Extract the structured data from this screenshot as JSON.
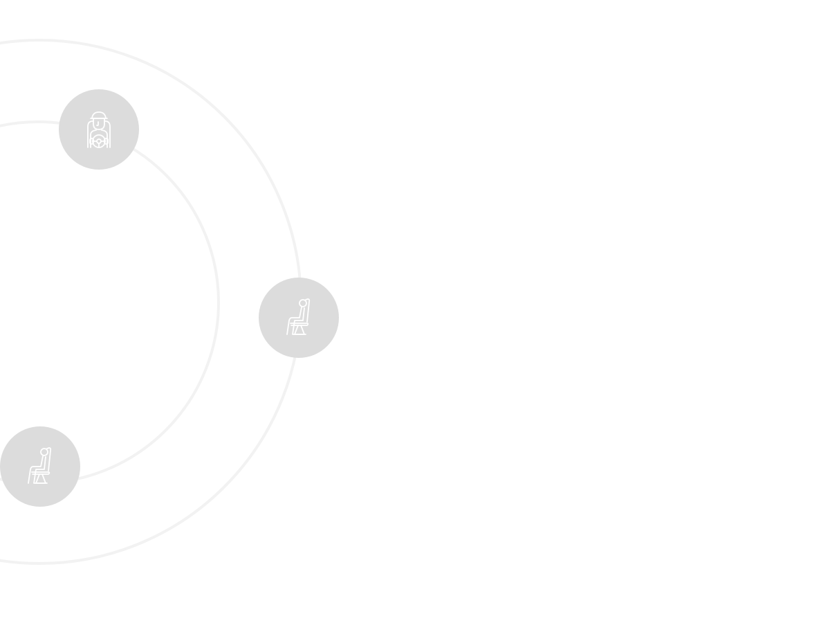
{
  "colors": {
    "background": "#ffffff",
    "ring": "#f2f2f2",
    "badge": "#dcdcdc",
    "icon_stroke": "#ffffff"
  },
  "rings": [
    {
      "name": "outer-orbit-ring"
    },
    {
      "name": "inner-orbit-ring"
    }
  ],
  "badges": [
    {
      "name": "driver-badge",
      "icon": "driver-steering-wheel-icon"
    },
    {
      "name": "passenger-seat-badge-right",
      "icon": "seated-passenger-icon"
    },
    {
      "name": "passenger-seat-badge-bottom",
      "icon": "seated-passenger-icon"
    }
  ]
}
